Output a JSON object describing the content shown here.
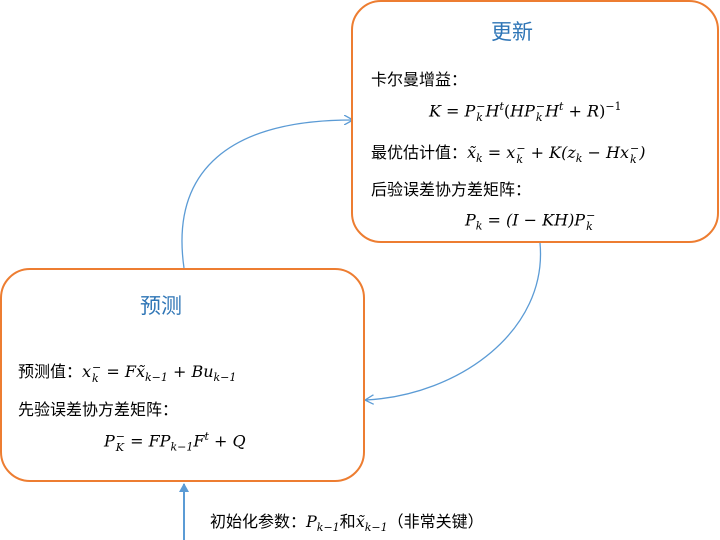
{
  "update": {
    "title": "更新",
    "kalman_gain_label": "卡尔曼增益：",
    "kalman_gain_formula": "K = P⁻ₖHᵗ(HP⁻ₖHᵗ + R)⁻¹",
    "kg_K": "K",
    "kg_eq": " = ",
    "kg_P": "P",
    "kg_H1": "H",
    "kg_t1": "t",
    "kg_paren_open": "(",
    "kg_H2": "H",
    "kg_P2": "P",
    "kg_H3": "H",
    "kg_t2": "t",
    "kg_plus_R": " + R",
    "kg_paren_close": ")",
    "kg_inv": "−1",
    "sup_minus": "−",
    "sub_k": "k",
    "estimate_label": "最优估计值：",
    "estimate_formula": "x̃ₖ = x⁻ₖ + K(zₖ − Hx⁻ₖ)",
    "est_x": "x̃",
    "est_eq": " = x",
    "est_plus": "  +  K(z",
    "est_minus": " − Hx",
    "est_close": ")",
    "posterior_cov_label": "后验误差协方差矩阵：",
    "posterior_cov_formula": "Pₖ = (I − KH)P⁻ₖ",
    "pc_P": "P",
    "pc_mid": " = (I − KH)P"
  },
  "predict": {
    "title": "预测",
    "prediction_label": "预测值：",
    "prediction_formula": "x⁻ₖ = Fx̃ₖ₋₁ + Buₖ₋₁",
    "pr_x": "x",
    "pr_eq": " = ",
    "pr_F": "Fx̃",
    "pr_sub1": "k−1",
    "pr_B": " + Bu",
    "pr_sub2": "k−1",
    "prior_cov_label": "先验误差协方差矩阵：",
    "prior_cov_formula": "P⁻ₖ = FPₖ₋₁Fᵗ + Q",
    "pp_P": "P",
    "pp_subK": "K",
    "pp_eq": " = FP",
    "pp_sub": "k−1",
    "pp_F": "F",
    "pp_t": "t",
    "pp_Q": " + Q"
  },
  "init": {
    "label": "初始化参数：",
    "param1": "Pₖ₋₁",
    "conj": "和",
    "param2": "x̃ₖ₋₁",
    "note": "（非常关键）",
    "p1_P": "P",
    "p1_sub": "k−1",
    "p2_x": "x̃",
    "p2_sub": "k−1"
  },
  "colors": {
    "box_border": "#ED7D31",
    "title": "#2E75B6",
    "arrow": "#5B9BD5"
  }
}
